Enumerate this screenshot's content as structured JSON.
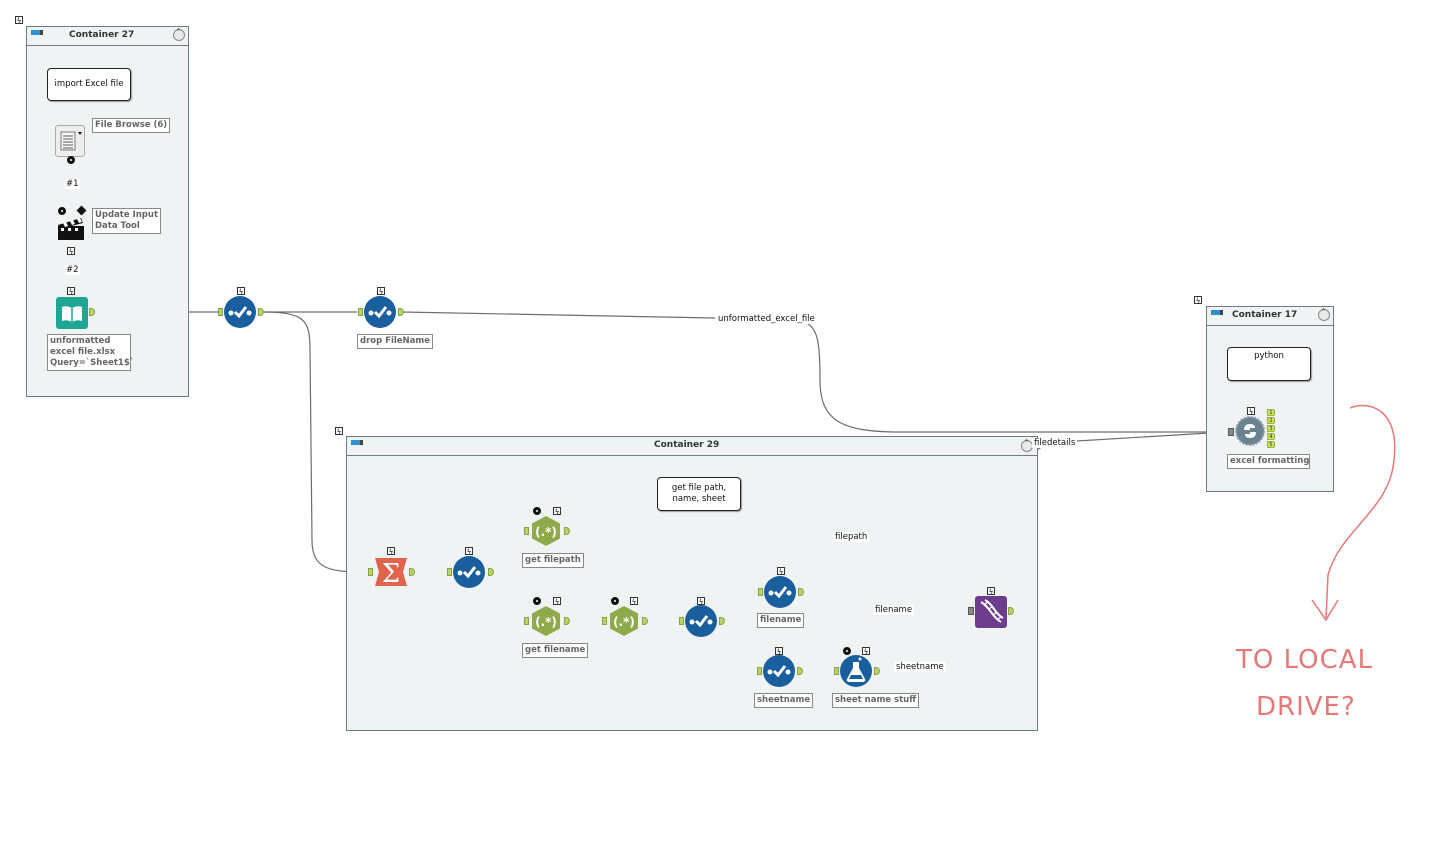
{
  "containers": {
    "c27": {
      "title": "Container 27"
    },
    "c17": {
      "title": "Container 17"
    },
    "c29": {
      "title": "Container 29"
    }
  },
  "comments": {
    "import_excel": "import Excel file",
    "python": "python",
    "get_file_path": "get file path, name, sheet"
  },
  "tools": {
    "file_browse": {
      "label": "File Browse (6)"
    },
    "update_input": {
      "label": "Update Input Data Tool"
    },
    "input_data": {
      "label_lines": [
        "unformatted",
        "excel file.xlsx",
        "Query=`Sheet1$`"
      ]
    },
    "select1": {
      "label": ""
    },
    "drop_filename": {
      "label": "drop FileName"
    },
    "python_tool": {
      "label": "excel formatting",
      "outputs": [
        "1",
        "2",
        "3",
        "4",
        "5"
      ]
    },
    "summarize": {
      "label": ""
    },
    "select2": {
      "label": ""
    },
    "regex_filepath": {
      "label": "get filepath"
    },
    "regex_filename": {
      "label": "get filename"
    },
    "regex_filename2": {
      "label": ""
    },
    "select3": {
      "label": ""
    },
    "select_filename": {
      "label": "filename"
    },
    "select_sheetname": {
      "label": "sheetname"
    },
    "formula_sheet": {
      "label": "sheet name stuff"
    },
    "append_fields": {
      "label": ""
    }
  },
  "connection_labels": {
    "hash1": "#1",
    "hash2": "#2",
    "unformatted_excel_file": "unformatted_excel_file",
    "filedetails": "filedetails",
    "filepath": "filepath",
    "filename": "filename",
    "sheetname": "sheetname"
  },
  "annotation": {
    "line1": "TO LOCAL",
    "line2": "DRIVE?",
    "color": "#e67878"
  },
  "colors": {
    "select_blue": "#1a5f9d",
    "regex_green": "#8faa4a",
    "summarize_orange": "#e0644a",
    "append_purple": "#6b3d8c",
    "input_teal": "#1fa594"
  }
}
